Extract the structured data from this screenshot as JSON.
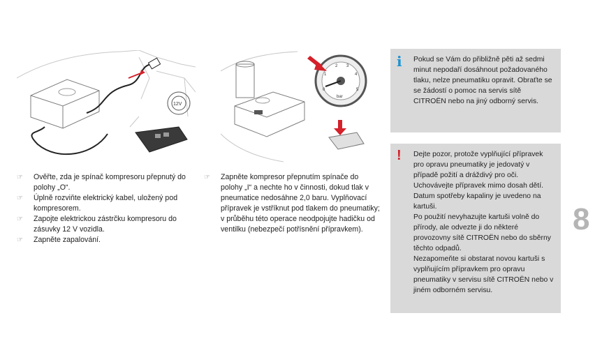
{
  "left_column": {
    "steps": [
      "Ověřte, zda je spínač kompresoru přepnutý do polohy „O“.",
      "Úplně rozviňte elektrický kabel, uložený pod kompresorem.",
      "Zapojte elektrickou zástrčku kompresoru do zásuvky 12 V vozidla.",
      "Zapněte zapalování."
    ]
  },
  "middle_column": {
    "steps": [
      "Zapněte kompresor přepnutím spínače do polohy „I“ a nechte ho v činnosti, dokud tlak v pneumatice nedosáhne 2,0 baru. Vyplňovací přípravek je vstříknut pod tlakem do pneumatiky; v průběhu této operace neodpojujte hadičku od ventilku (nebezpečí potřísnění přípravkem)."
    ]
  },
  "bullet_symbol": "☞",
  "illustration_labels": {
    "socket_label": "12V",
    "gauge_unit": "bar",
    "gauge_scale": [
      "0",
      "1",
      "2",
      "3",
      "4",
      "5"
    ]
  },
  "info_box": {
    "mark": "i",
    "accent_color": "#1d93d1",
    "lines": [
      "Pokud se Vám do přibližně pěti až sedmi minut nepodaří dosáhnout požadovaného tlaku, nelze pneumatiku opravit. Obraťte se se žádostí o pomoc na servis sítě CITROËN nebo na jiný odborný servis."
    ]
  },
  "warning_box": {
    "mark": "!",
    "accent_color": "#d4212a",
    "lines": [
      "Dejte pozor, protože vyplňující přípravek pro opravu pneumatiky je jedovatý v případě požití a dráždivý pro oči.",
      "Uchovávejte přípravek mimo dosah dětí.",
      "Datum spotřeby kapaliny je uvedeno na kartuši.",
      "Po použití nevyhazujte kartuši volně do přírody, ale odvezte ji do některé provozovny sítě CITROËN nebo do sběrny těchto odpadů.",
      "Nezapomeňte si obstarat novou kartuši s vyplňujícím přípravkem pro opravu pneumatiky v servisu sítě CITROËN nebo v jiném odborném servisu."
    ]
  },
  "chapter_number": "8"
}
